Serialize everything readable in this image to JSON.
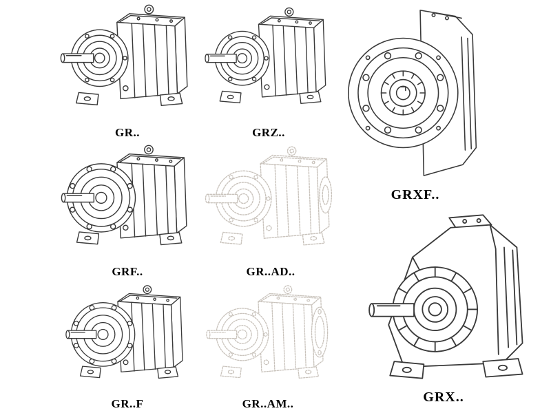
{
  "page": {
    "background_color": "#ffffff",
    "line_color": "#3a3a3a",
    "ghost_line_color": "#c9c3bc",
    "label_color": "#000000"
  },
  "models": [
    {
      "label": "GR..",
      "drawing_icon": "helical-gearbox-iso-drawing"
    },
    {
      "label": "GRZ..",
      "drawing_icon": "helical-gearbox-iso-drawing"
    },
    {
      "label": "GRXF..",
      "drawing_icon": "flange-mounted-gearbox-front-drawing"
    },
    {
      "label": "GRF..",
      "drawing_icon": "flange-gearbox-iso-drawing"
    },
    {
      "label": "GR..AD..",
      "drawing_icon": "gearbox-with-input-adapter-ghost-drawing"
    },
    {
      "label": "GRX..",
      "drawing_icon": "large-helical-gearbox-iso-drawing"
    },
    {
      "label": "GR..F",
      "drawing_icon": "foot-and-flange-gearbox-iso-drawing"
    },
    {
      "label": "GR..AM..",
      "drawing_icon": "gearbox-with-motor-adapter-ghost-drawing"
    }
  ]
}
